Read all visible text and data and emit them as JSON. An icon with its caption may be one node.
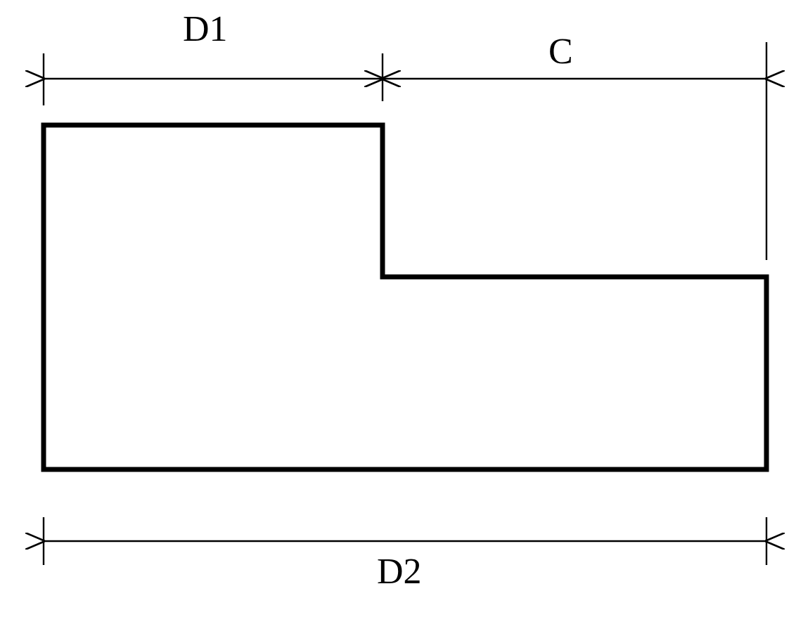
{
  "diagram": {
    "labels": [
      "D1",
      "C",
      "D2"
    ]
  }
}
